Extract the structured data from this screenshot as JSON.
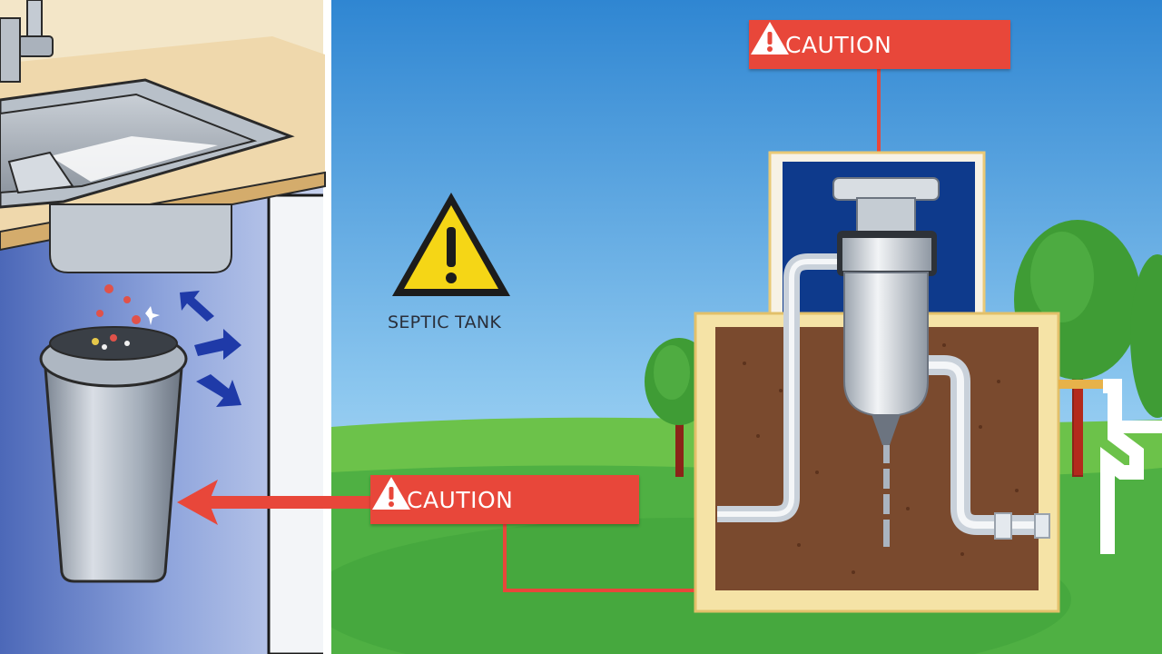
{
  "labels": {
    "caution_top": "CAUTION",
    "caution_middle": "CAUTION",
    "septic_tank": "SEPTIC TANK"
  },
  "icons": {
    "warning": "warning-triangle-icon"
  },
  "colors": {
    "caution_red": "#e8473a",
    "warning_yellow": "#f5d616",
    "sky_blue": "#3b8fd6",
    "grass_green": "#52b848",
    "soil_brown": "#7a4a2e",
    "tank_navy": "#0e3a8c"
  }
}
